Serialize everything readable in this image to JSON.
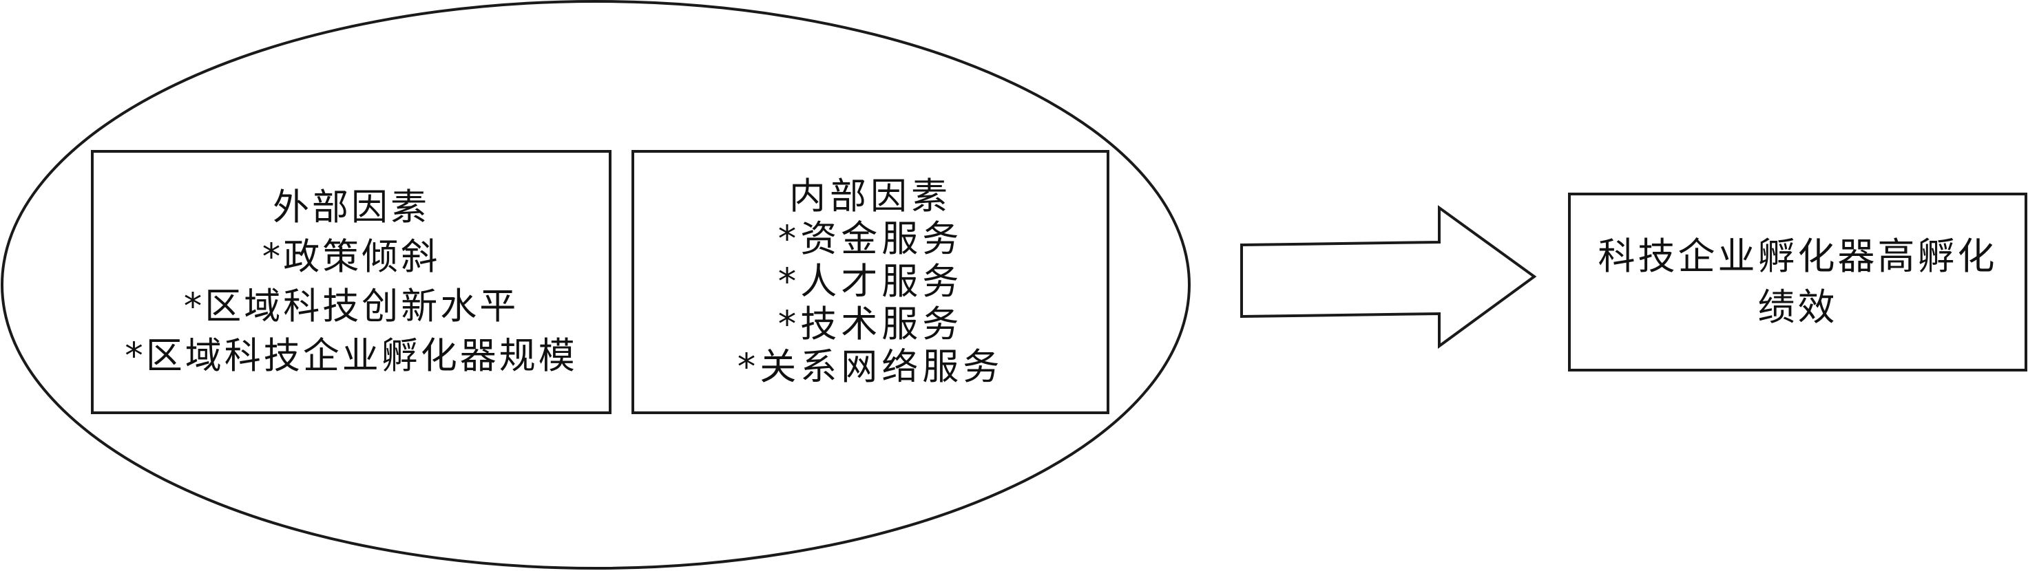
{
  "external_factors": {
    "title": "外部因素",
    "items": [
      "*政策倾斜",
      "*区域科技创新水平",
      "*区域科技企业孵化器规模"
    ]
  },
  "internal_factors": {
    "title": "内部因素",
    "items": [
      "*资金服务",
      "*人才服务",
      "*技术服务",
      "*关系网络服务"
    ]
  },
  "outcome": {
    "text": "科技企业孵化器高孵化绩效"
  },
  "colors": {
    "stroke": "#1a1a1a",
    "background": "#ffffff"
  }
}
